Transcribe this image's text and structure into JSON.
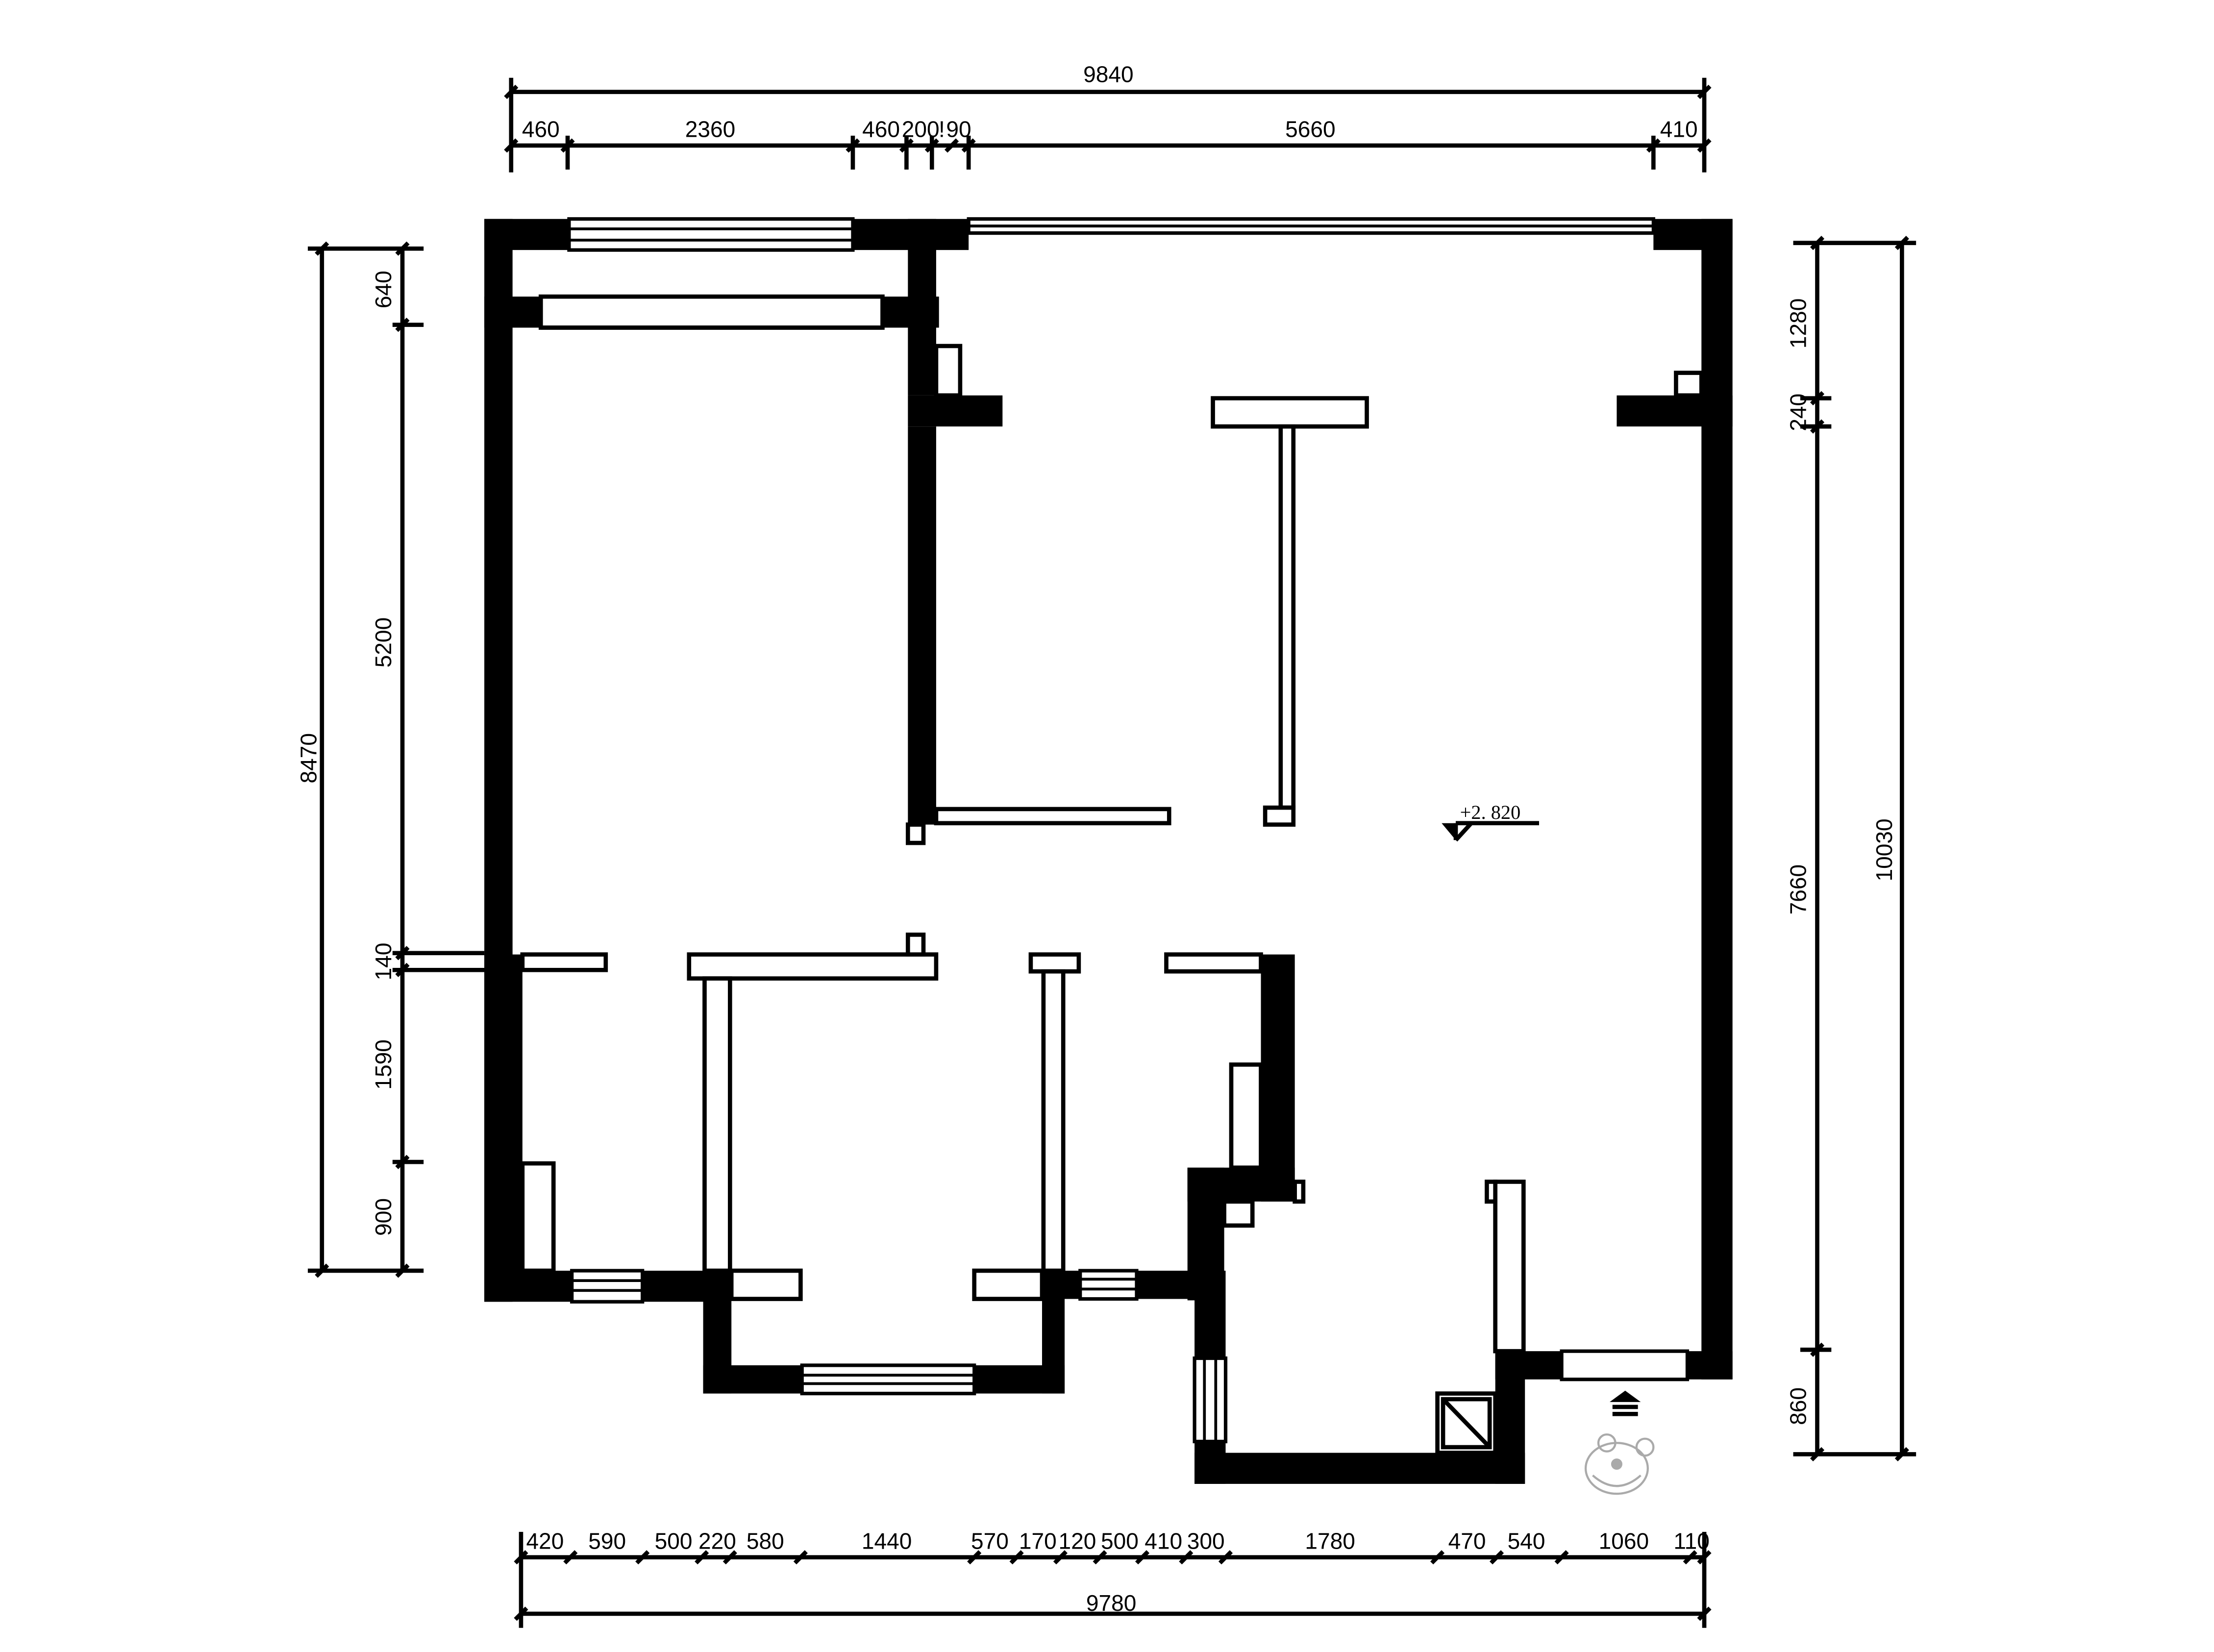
{
  "drawing": {
    "top_total": "9840",
    "top_segments": [
      "460",
      "2360",
      "460",
      "200",
      "!",
      "90",
      "5660",
      "410"
    ],
    "bottom_total": "9780",
    "bottom_segments": [
      "420",
      "590",
      "500",
      "220",
      "580",
      "1440",
      "570",
      "170",
      "120",
      "500",
      "410",
      "300",
      "1780",
      "470",
      "540",
      "1060",
      "110"
    ],
    "left_total": "8470",
    "left_segments": [
      "640",
      "5200",
      "140",
      "1590",
      "900"
    ],
    "right_total": "10030",
    "right_segments": [
      "1280",
      "240",
      "7660",
      "860"
    ],
    "level_mark": "+2. 820"
  },
  "icons": [
    "entrance-arrow-icon",
    "figure-stamp-icon",
    "level-marker-icon"
  ],
  "colors": {
    "wall": "#000000",
    "background": "#ffffff"
  }
}
